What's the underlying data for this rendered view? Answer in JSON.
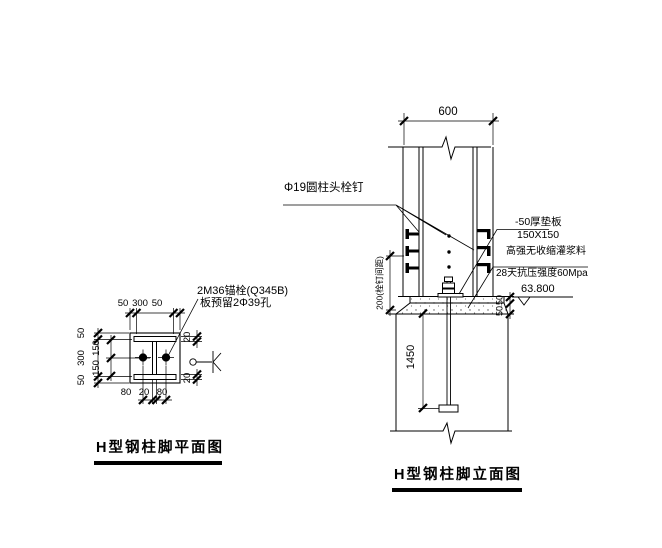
{
  "plan": {
    "title": "H型钢柱脚平面图",
    "note": {
      "line1": "2M36锚栓(Q345B)",
      "line2": "板预留2Φ39孔"
    },
    "dims": {
      "top": [
        "50",
        "300",
        "50"
      ],
      "left_outer": [
        "50",
        "300",
        "50"
      ],
      "left_inner": [
        "150",
        "150"
      ],
      "bottom": [
        "80",
        "20",
        "80"
      ],
      "right": [
        "20",
        "20"
      ]
    }
  },
  "elevation": {
    "title": "H型钢柱脚立面图",
    "note_studs": "Φ19圆柱头栓钉",
    "note_pad": {
      "line1": "-50厚垫板",
      "line2": "150X150"
    },
    "note_grout": {
      "line1": "高强无收缩灌浆料",
      "line2": "28天抗压强度60Mpa"
    },
    "level": "63.800",
    "dims": {
      "width": "600",
      "stud_spacing": "200(栓钉间距)",
      "anchor_depth": "1450",
      "pad_thickness": "50",
      "grout_thickness": "50"
    }
  }
}
